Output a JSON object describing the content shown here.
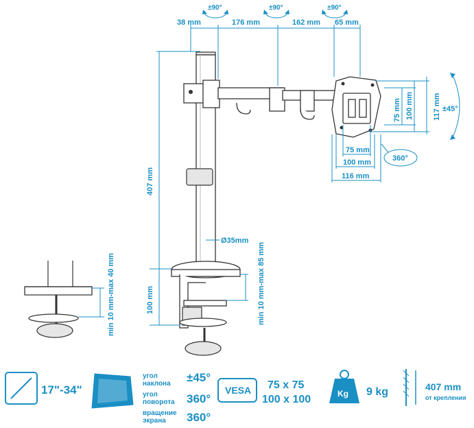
{
  "dimensions": {
    "top_38": "38 mm",
    "top_176": "176 mm",
    "top_162": "162 mm",
    "top_65": "65 mm",
    "rot1": "±90°",
    "rot2": "±90°",
    "rot3": "±90°",
    "pole_height": "407 mm",
    "pole_diameter": "Ø35mm",
    "clamp_85": "min 10 mm-max 85 mm",
    "clamp_40": "min 10 mm-max 40 mm",
    "base_100": "100 mm",
    "vesa_75v": "75 mm",
    "vesa_100v": "100 mm",
    "plate_117": "117 mm",
    "tilt": "±45°",
    "vesa_75h": "75 mm",
    "vesa_100h": "100 mm",
    "plate_116": "116 mm",
    "rotate": "360°"
  },
  "specs": {
    "screen_size": "17\"-34\"",
    "tilt_label": "угол наклона",
    "tilt_value": "±45°",
    "swivel_label": "угол поворота",
    "swivel_value": "360°",
    "rotation_label": "вращение экрана",
    "rotation_value": "360°",
    "vesa_badge": "VESA",
    "vesa_1": "75 x 75",
    "vesa_2": "100 x 100",
    "weight_badge": "Kg",
    "weight": "9 kg",
    "height_value": "407 mm",
    "height_label": "от крепления"
  },
  "colors": {
    "accent": "#1a8fc4",
    "line": "#333333",
    "panel": "#1a8fc4"
  }
}
